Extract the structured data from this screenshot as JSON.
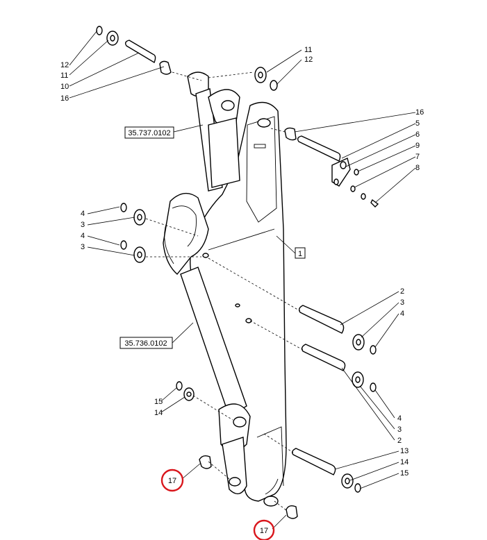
{
  "colors": {
    "line": "#000000",
    "highlight": "#d9161c",
    "background": "#ffffff"
  },
  "references": {
    "boom_cylinder_ref": "35.737.0102",
    "arm_cylinder_ref": "35.736.0102",
    "main_part": "1"
  },
  "callouts": {
    "tl_12": "12",
    "tl_11": "11",
    "tl_10": "10",
    "tl_16": "16",
    "tr_11": "11",
    "tr_12": "12",
    "r_16": "16",
    "r_5": "5",
    "r_6": "6",
    "r_9": "9",
    "r_7": "7",
    "r_8": "8",
    "l_4a": "4",
    "l_3a": "3",
    "l_4b": "4",
    "l_3b": "3",
    "m_2": "2",
    "m_3": "3",
    "m_4": "4",
    "b_4": "4",
    "b_3": "3",
    "b_2": "2",
    "bl_15": "15",
    "bl_14": "14",
    "br_13": "13",
    "br_14": "14",
    "br_15": "15",
    "hl_17a": "17",
    "hl_17b": "17"
  }
}
